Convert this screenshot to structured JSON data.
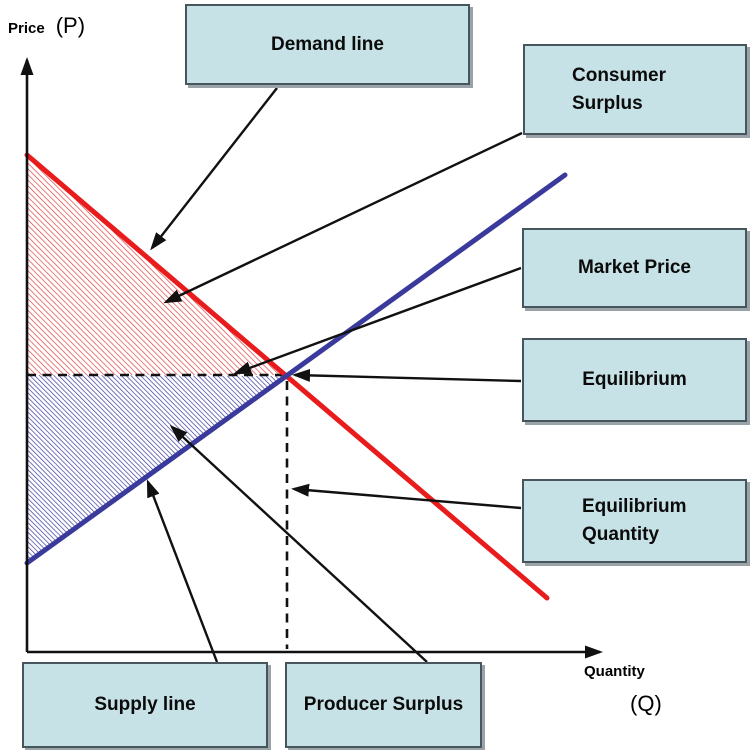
{
  "axes": {
    "y_label": "Price",
    "y_symbol": "(P)",
    "x_label": "Quantity",
    "x_symbol": "(Q)"
  },
  "callouts": {
    "demand_line": "Demand line",
    "consumer_surplus": "Consumer\nSurplus",
    "market_price": "Market Price",
    "equilibrium": "Equilibrium",
    "equilibrium_quantity": "Equilibrium\nQuantity",
    "supply_line": "Supply line",
    "producer_surplus": "Producer Surplus"
  },
  "colors": {
    "demand_line": "#e81c1c",
    "supply_line": "#3a3a9c",
    "consumer_hatch": "#df3333",
    "producer_hatch": "#3b3b9b",
    "axis_and_arrows": "#111111",
    "callout_fill": "#c7e2e7",
    "callout_border": "#47555c"
  },
  "chart_data": {
    "type": "line",
    "title": "",
    "xlabel": "Quantity (Q)",
    "ylabel": "Price (P)",
    "axis_numeric_labels": false,
    "grid": false,
    "series": [
      {
        "name": "Demand line",
        "color": "#e81c1c",
        "points_rel": [
          [
            0.0,
            0.82
          ],
          [
            0.89,
            0.09
          ]
        ]
      },
      {
        "name": "Supply line",
        "color": "#3a3a9c",
        "points_rel": [
          [
            0.0,
            0.15
          ],
          [
            0.92,
            0.79
          ]
        ]
      }
    ],
    "equilibrium_rel": {
      "x": 0.44,
      "y": 0.46
    },
    "dashed_guides": [
      "horizontal market-price line to y-axis",
      "vertical equilibrium-quantity line to x-axis"
    ],
    "regions": [
      {
        "name": "Consumer Surplus",
        "hatch": "red diagonal",
        "bounds": "between demand line and market price line"
      },
      {
        "name": "Producer Surplus",
        "hatch": "blue diagonal",
        "bounds": "between market price line and supply line"
      }
    ]
  }
}
